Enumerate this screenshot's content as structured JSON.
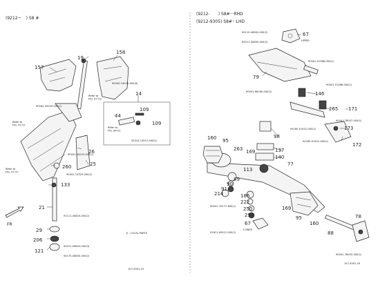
{
  "left": {
    "header": "(9212－　) S8 #",
    "code": "157-4501-10",
    "note": "Ⓢ : LOCAL PARTS",
    "fr_label": "FR",
    "labels": {
      "p19": "19",
      "p157": "157",
      "p158": "158",
      "p14": "14",
      "p44": "44",
      "p109a": "109",
      "p109b": "109",
      "p26": "26",
      "p25": "25",
      "p260": "260",
      "p133": "133",
      "p21": "21",
      "p29": "29",
      "p206": "206",
      "p121": "121",
      "ref1": "Refer to\nFIG. 47-53",
      "ref2": "Refer to\nFIG. 47-57",
      "ref3": "Refer to\nFIG. 84-51",
      "ref4": "Refer to\nFIG. 47-57",
      "pn1": "90540-14030-000(6)",
      "pn2": "90042-32039-000(1)",
      "pn3": "55315-13912-000(1)",
      "pn4": "90041-32025-000(1)",
      "pn5": "90041-15329-000(2)",
      "pn6": "91111-40825-000(2)",
      "pn7": "94511-00803-000(3)",
      "pn8": "94170-40800-000(2)"
    }
  },
  "right": {
    "header1": "(9212-　　) S8#···RHD",
    "header2": "(9212-9305) S8#···LHD",
    "code": "157-4501-20",
    "labels": {
      "p67a": "67",
      "upper": "UPPER",
      "p79": "79",
      "p146": "146",
      "p265": "265",
      "p171": "171",
      "p173": "173",
      "p172": "172",
      "p98": "98",
      "p137": "137",
      "p140": "140",
      "p77": "77",
      "p160a": "160",
      "p95a": "95",
      "p263": "263",
      "p169a": "169",
      "p113": "113",
      "p89": "89",
      "p90": "90",
      "p91": "91",
      "p214": "214",
      "p186": "186",
      "p222": "222",
      "p250": "250",
      "p257": "257",
      "p67b": "67",
      "lower": "LOWER",
      "p169b": "169",
      "p95b": "95",
      "p160b": "160",
      "p88": "88",
      "p78": "78",
      "pn1": "94110-40800-000(2)",
      "pn2": "94511-00800-000(2)",
      "pn3": "90041-01368-000(1)",
      "pn4": "90041-01386-000(1)",
      "pn5": "90041-86160-000(2)",
      "pn6": "90041-78007-000(1)",
      "pn7": "94180-01401-000(1)",
      "pn8": "94180-01401-000(1)",
      "pn9": "90041-70277-800(1)",
      "pn10": "91611-00512-000(1)",
      "pn11": "90041-78002-000(1)"
    }
  }
}
